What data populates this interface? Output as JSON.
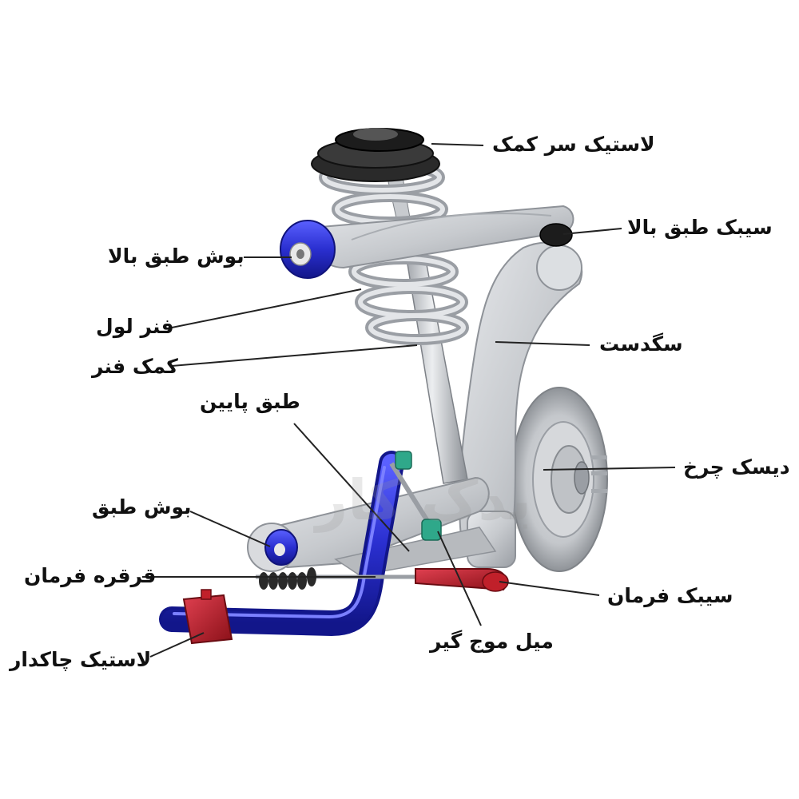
{
  "colors": {
    "background": "#ffffff",
    "label_text": "#111111",
    "leader_line": "#222222",
    "metal": "#c9ccd1",
    "metal_dark": "#8e9298",
    "bushing_blue": "#2a2fd0",
    "stabilizer_blue": "#2a2fd0",
    "rubber_red": "#c0202a",
    "link_green": "#2fa88a",
    "mount_black": "#1c1c1c"
  },
  "watermark": "یدک کار",
  "labels": {
    "strut_top_mount": "لاستیک سر کمک",
    "upper_ball_joint": "سیبک طبق بالا",
    "upper_arm_bushing": "بوش طبق بالا",
    "coil_spring": "فنر لول",
    "steering_knuckle": "سگدست",
    "shock_absorber": "کمک فنر",
    "lower_arm": "طبق پایین",
    "brake_disc": "دیسک چرخ",
    "arm_bushing": "بوش طبق",
    "steering_rack": "قرقره فرمان",
    "tie_rod_end": "سیبک فرمان",
    "stabilizer_link": "میل موج گیر",
    "stabilizer_bushing": "لاستیک چاکدار"
  }
}
